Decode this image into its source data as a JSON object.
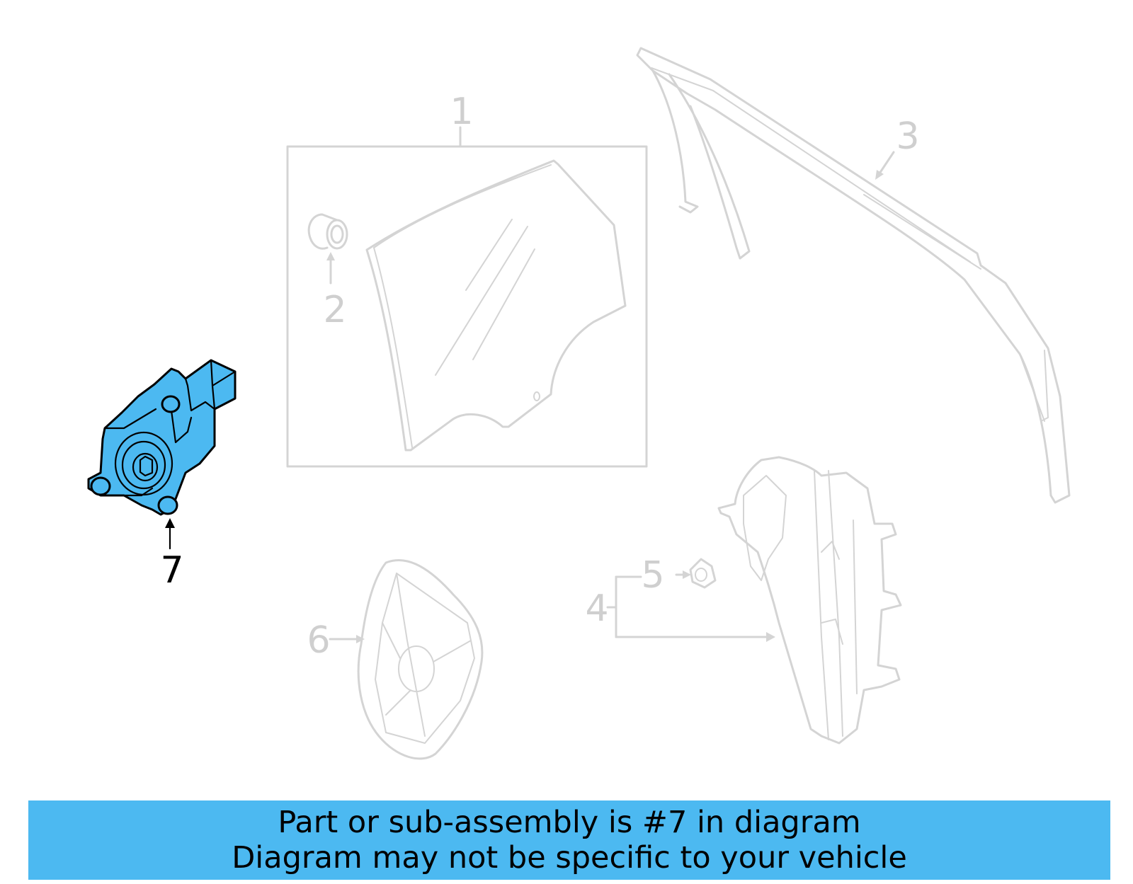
{
  "callouts": {
    "c1": "1",
    "c2": "2",
    "c3": "3",
    "c4": "4",
    "c5": "5",
    "c6": "6",
    "c7": "7"
  },
  "highlighted_part": "7",
  "colors": {
    "highlight": "#4cb9f1",
    "ghost_lines": "#d4d4d4",
    "banner": "#4cb9f1"
  },
  "banner": {
    "line1": "Part or sub-assembly is #7 in diagram",
    "line2": "Diagram may not be specific to your vehicle"
  }
}
